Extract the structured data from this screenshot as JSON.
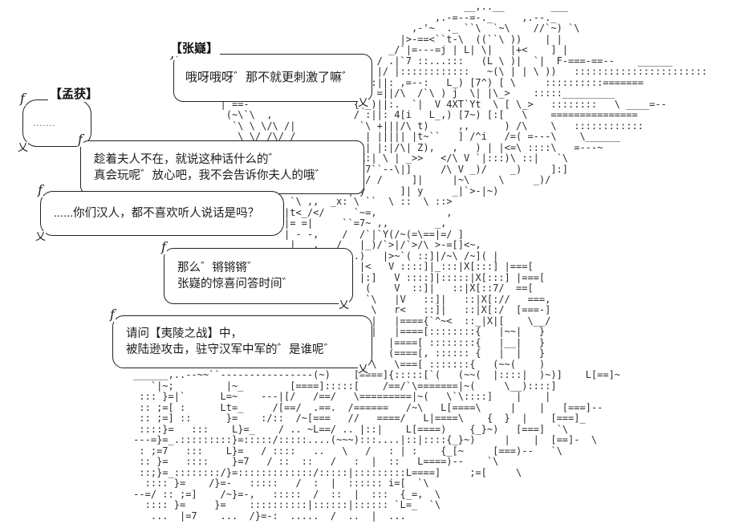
{
  "page": {
    "background": "#ffffff",
    "ink": "#1b1b1b"
  },
  "characters": {
    "zhangni": "【张嶷】",
    "menghuo": "【孟获】"
  },
  "glyphs": {
    "tail_hook": "f",
    "tail_cross": "乂"
  },
  "dialogue": {
    "b1": {
      "speaker": "张嶷",
      "l1": "哦呀哦呀゛那不就更刺激了嘛゛"
    },
    "b2": {
      "speaker": "孟获",
      "l1": "......."
    },
    "b3": {
      "speaker": "张嶷",
      "l1": "趁着夫人不在，就说这种话什么的゛",
      "l2": "真会玩呢゛放心吧，我不会告诉你夫人的哦゛"
    },
    "b4": {
      "speaker": "孟获",
      "l1": "......你们汉人，都不喜欢听人说话是吗？"
    },
    "b5": {
      "speaker": "张嶷",
      "l1": "那么゛锵锵锵゛",
      "l2": "张嶷的惊喜问答时间゛"
    },
    "b6": {
      "speaker": "张嶷",
      "l1": "请问【夷陵之战】中，",
      "l2": "被陆逊攻击，驻守汉军中军的゛是谁呢゛"
    }
  },
  "ascii_art": {
    "description": "large AA figure of a girl (Zhang Ni) on the right side with flowing hair and patterned skirt spreading across the bottom",
    "lines": [
      "                                                                                __,..__        ___",
      "                                                                           ,.-=--=-._     ,.--._",
      "                                                                       ,-'~  ._ ``\\  `~\\    //`~) `\\",
      "                                                                     |>-==<``t-\\  ((``\\ ))    | |",
      "                                                                   _/`|=---=j | L| \\|   |+<    ] |",
      "                                                                 / .|`7 ::...:::   (L \\ )|  `|  F-===-==--    ______",
      "                                                               ( |/ |::::::::::::   ~(\\ | | \\ ))   :::::::::::::::::::::::",
      "                                                              \\ :||: ,=--:   L_) [7^) [ \\     ::::::::::=======",
      "                                                             |[/ =||/\\  /`\\ ) j  \\| |\\_>    :::::_________",
      "                                      |`==-                  {(_)||:.  `|  V 4XT`Yt  \\ [ \\_>   ::::::::   \\ ____=--",
      "                                       (~\\`\\  ,              / :||: 4[i   L_,) [7~) [:[   \\    ===============",
      "                                        `\\ \\ \\/\\ /|           `\\ +|||/\\ t)     ,,      ) /\\    \\   ::::::::::::",
      "                                         \\ \\/ /\\/ /            | ||||| |t~``   ] /^i   /=( =---\\    \\______",
      "                                                               | |:|/\\| Z),   ,   ) | |<=\\ ::::\\   =---~",
      "                                                             _X:| \\ | _>>   </\\ V `|:::)\\ ::|   `\\",
      "                                                              `7``--\\|]     /\\ V _)/    _)     ]:]",
      "                                                               / /     ]|     |~\\     \\     _)/",
      "                                                            |`y      ]| y     _|`>-|~)",
      "                                                  `\\ ,,  _x: \\ ``  \\ ::  \\ ::>",
      "                                                 |t<_/</     `~=,            ,",
      "                                                 |= =|     ``=7~ ,,        _,",
      "                                                 | - -,    /  /`|`Y(/~(=\\==|=/ ]",
      "                                                  |__ ,   /   |_)/`>|/`>/\\ >-=[]<~,",
      "                                                  (~y   `  \\ .)   |>~`( ::]|/~\\ /~]( |",
      "                                                              |<   V ::::]|_:::|X[:::] |===[",
      "                                                              |:]   V ::::]|:::::|X[:::] |===[",
      "                                                               (    V  ::]|   ::|X[::7/  ==[",
      "                                                               `\\   |V   ::]|   ::|X[://   ===,",
      "                                                                \\   r<   ::]|   ::|X[:/  [===-]",
      "                                                                |   |===={`^~<  ::_|X|[    \\__/",
      "                                                                |   |====[::::::::{   |~~|   }",
      "                                                               (   |====[ ::::::::{   |__|   }",
      "                                                               \\   (====[, :::::: {   |  |   }",
      "                                                                \\   \\===[ :::::::{   (~~(    )",
      "                       ______,..--~~``----------------(~)    [====]{:::::[`(   (~~(  |::::|  )~)]    L[==]~",
      "                          `|~;         |~_        [====]:::::[    /==/`\\=======|~(     \\__)::::]",
      "                        ::: }=|`      L=~    ---|[/   /==/   \\=========|~(   \\`\\::::]    |    |",
      "                        :: ;=[ :      Lt=_     /[==/  .==.  /======   /~\\   L[====\\     |    |   [===]--",
      "                        :: ;=] ::      }=    :/::  /~[===   //   ====/   L|====\\    {  }  |    [===]_",
      "                        ::::}=   :::    L}=_    / .. ~L==/ .. |::|    L[====)    {_}~)   [===]  `\\",
      "                       ---=}=_.:::::::::}=:::::/:::::....(~~~):::....|::|::::{_}~)     |    |  [==]-  \\",
      "                        : ;=7   :::    L}=   / ::::   ..   \\   /   : | :    {_[~     [===)--   `\\",
      "                        :: }=   ::::    }=7   / ::  ::   /   :  |  ::   L====)--    `\\",
      "                        ::;}=_::::::::/}=:::::::::::::/:::::|:::::::::L====]     ;=[     \\",
      "                         :::: }=    /}=-   :::::   /  :  |  :::::: i=[  `\\",
      "                       --=/ :: ;=]    /~}=-,   :::::  /  ::  |  :::  {_=,  \\",
      "                         :::: }=     }=    ::::::::::|::::::|:::::: `L=_  `\\",
      "                          ...  |=7    ...  /}=-:  .....  /  ..  |  ..."
    ]
  }
}
